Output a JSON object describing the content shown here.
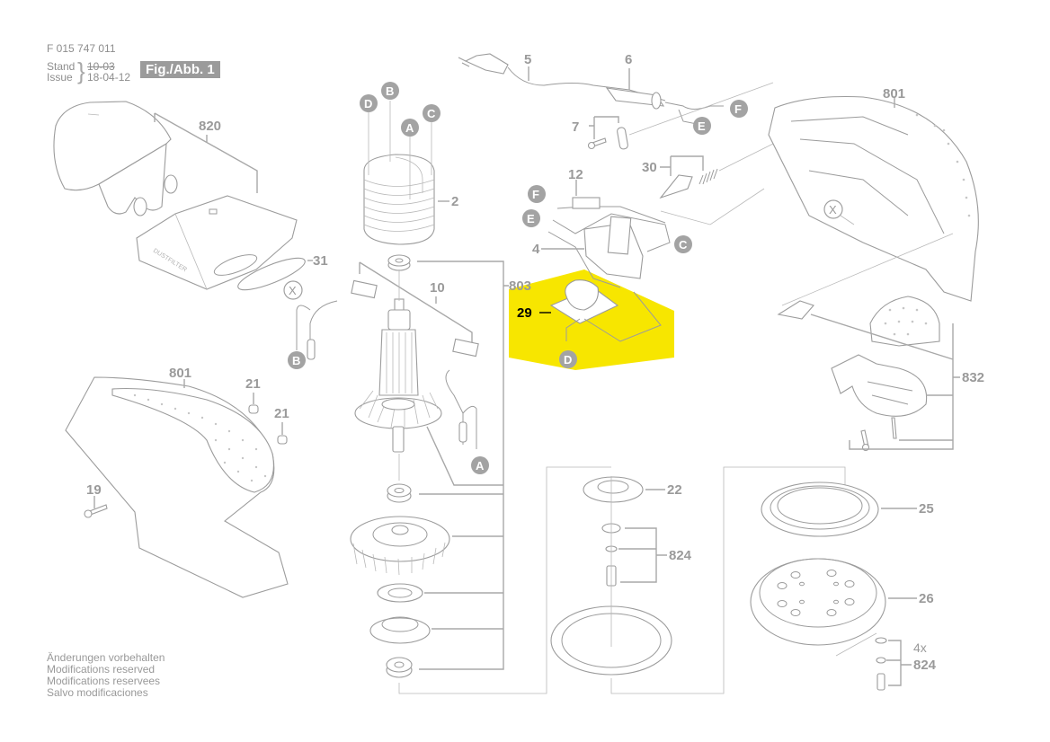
{
  "header": {
    "doc_number": "F 015 747 011",
    "stand_label": "Stand",
    "issue_label": "Issue",
    "stand_value": "10-03",
    "issue_value": "18-04-12",
    "figure_label": "Fig./Abb. 1"
  },
  "footer": {
    "lines": [
      "Änderungen vorbehalten",
      "Modifications reserved",
      "Modifications reservees",
      "Salvo modificaciones"
    ]
  },
  "highlight": {
    "color": "#f7e600",
    "part": "29"
  },
  "parts": {
    "p2": "2",
    "p4": "4",
    "p5": "5",
    "p6": "6",
    "p7": "7",
    "p10": "10",
    "p12": "12",
    "p19": "19",
    "p21a": "21",
    "p21b": "21",
    "p22": "22",
    "p25": "25",
    "p26": "26",
    "p29": "29",
    "p30": "30",
    "p31": "31",
    "p801a": "801",
    "p801b": "801",
    "p803": "803",
    "p820": "820",
    "p824a": "824",
    "p824b": "824",
    "p824b_qty": "4x",
    "p832": "832"
  },
  "connectors": {
    "A": "A",
    "B": "B",
    "C": "C",
    "D": "D",
    "E": "E",
    "F": "F",
    "X": "X"
  },
  "filter_text": "DUSTFILTER"
}
